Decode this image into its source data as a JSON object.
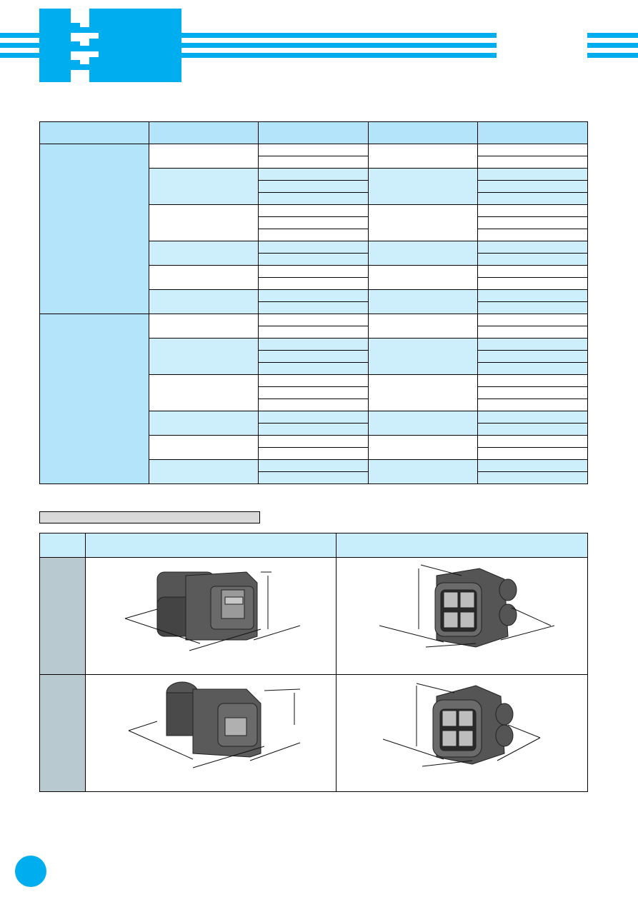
{
  "header": {
    "logo_icon": "connector-block-logo",
    "accent_color": "#00aeef"
  },
  "spec_table": {
    "columns": [
      "",
      "",
      "",
      "",
      ""
    ],
    "groups": [
      {
        "label": "",
        "subgroups": [
          2,
          3,
          3,
          2,
          2,
          2
        ]
      },
      {
        "label": "",
        "subgroups": [
          2,
          3,
          3,
          2,
          2,
          2
        ]
      }
    ]
  },
  "connector_table": {
    "section_label": "",
    "headers": [
      "",
      "",
      ""
    ],
    "rows": [
      {
        "label": "",
        "left_image": "male-connector-housing-dimensioned",
        "right_image": "female-connector-housing-dimensioned"
      },
      {
        "label": "",
        "left_image": "male-connector-housing-dimensioned",
        "right_image": "female-connector-housing-dimensioned"
      }
    ]
  },
  "footer": {
    "page_marker_icon": "page-number-circle"
  }
}
